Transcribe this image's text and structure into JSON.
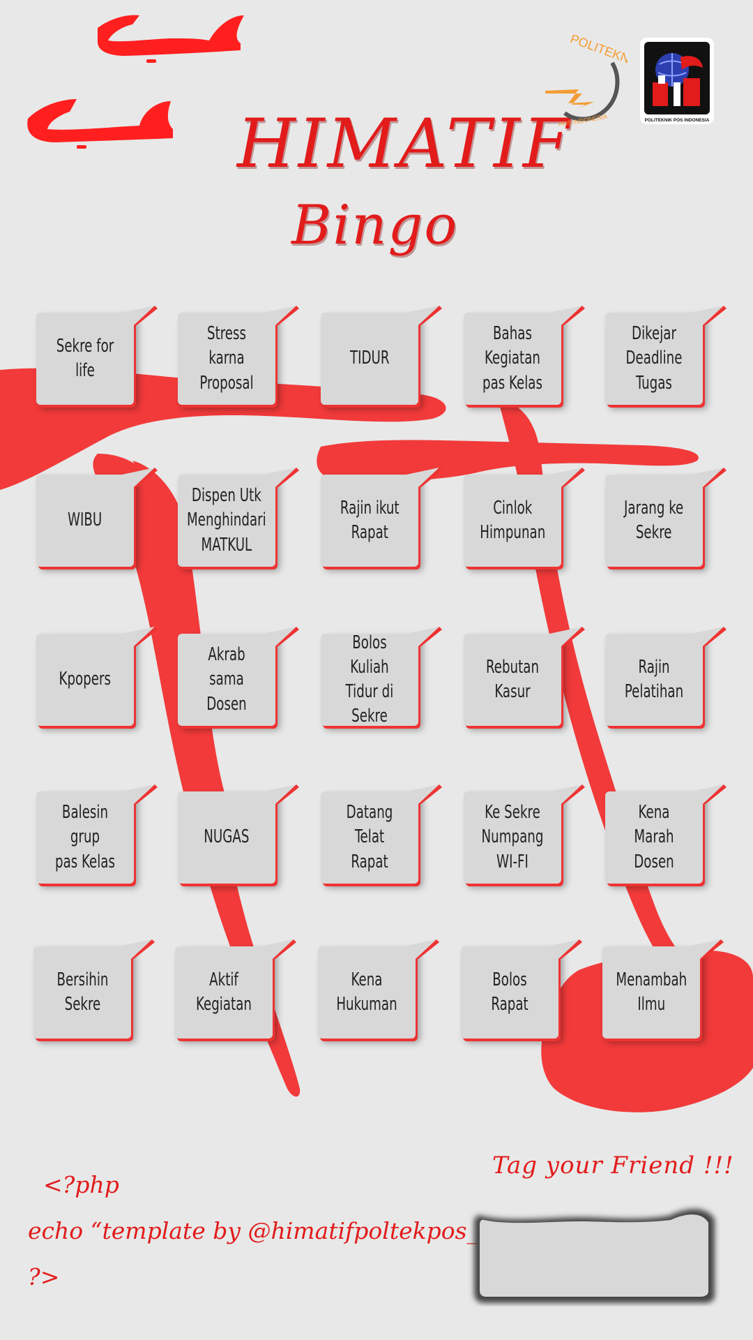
{
  "title": {
    "line1": "HIMATIF",
    "line2": "Bingo"
  },
  "logos": {
    "politeknik_text_top": "POLITEKNIK",
    "politeknik_text_bottom": "POS INDONESIA",
    "himatif_text": "POLITEKNIK POS INDONESIA"
  },
  "board": {
    "rows": [
      [
        "Sekre for life",
        "Stress karna\nProposal",
        "TIDUR",
        "Bahas Kegiatan\npas Kelas",
        "Dikejar Deadline\nTugas"
      ],
      [
        "WIBU",
        "Dispen Utk\nMenghindari\nMATKUL",
        "Rajin ikut\nRapat",
        "Cinlok\nHimpunan",
        "Jarang ke\nSekre"
      ],
      [
        "Kpopers",
        "Akrab sama\nDosen",
        "Bolos Kuliah\nTidur di Sekre",
        "Rebutan Kasur",
        "Rajin\nPelatihan"
      ],
      [
        "Balesin grup\npas Kelas",
        "NUGAS",
        "Datang Telat\nRapat",
        "Ke Sekre\nNumpang\nWI-FI",
        "Kena Marah\nDosen"
      ],
      [
        "Bersihin\nSekre",
        "Aktif Kegiatan",
        "Kena\nHukuman",
        "Bolos Rapat",
        "Menambah\nIlmu"
      ]
    ]
  },
  "footer": {
    "php_open": "<?php",
    "php_echo": "echo “template by @himatifpoltekpos_”;",
    "php_close": "?>",
    "tag_label": "Tag your Friend !!!"
  },
  "colors": {
    "background": "#e8e8e8",
    "accent": "#e21b1b",
    "blood": "#f23a3a",
    "cell": "#d8d8d8"
  }
}
